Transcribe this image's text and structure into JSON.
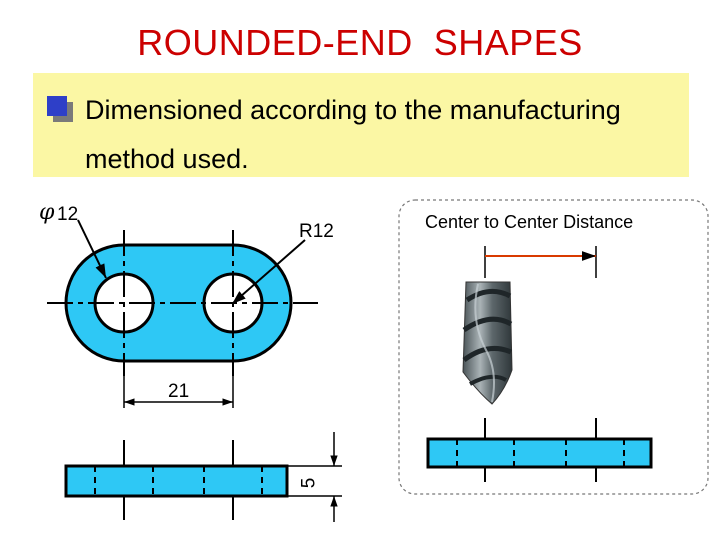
{
  "title": "ROUNDED-END  SHAPES",
  "note": {
    "text": "Dimensioned according to the manufacturing method used."
  },
  "labels": {
    "diameter_symbol": "φ",
    "diameter_value": "12",
    "radius": "R12",
    "center_distance": "21",
    "thickness": "5",
    "center_to_center": "Center to Center Distance"
  },
  "colors": {
    "title": "#cc0000",
    "note_background": "#fbf7a4",
    "part_fill": "#2ec8f5",
    "bullet": "#2e3fc8"
  },
  "icons": {
    "bullet": "square-bullet-icon",
    "drill": "drill-bit-icon"
  }
}
